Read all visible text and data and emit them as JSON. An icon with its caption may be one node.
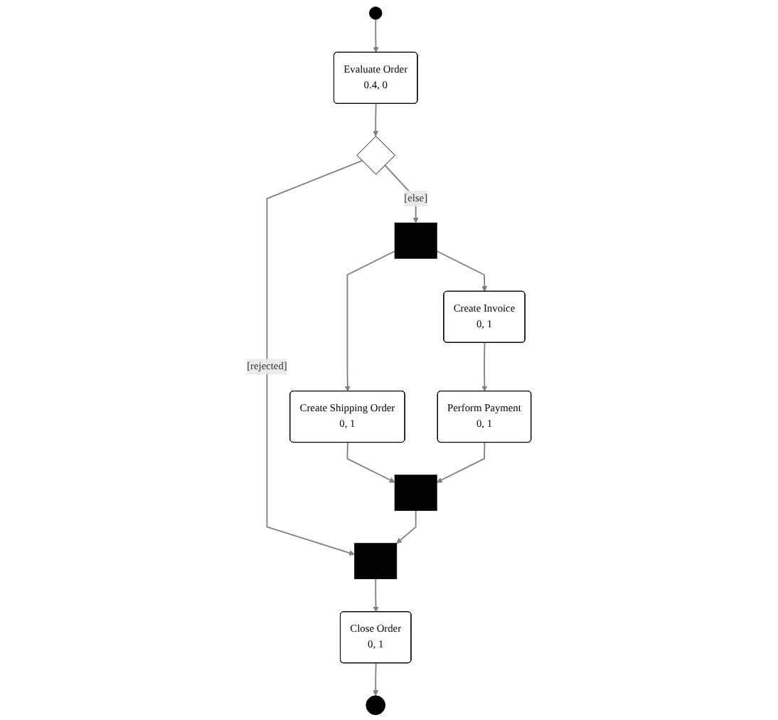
{
  "diagram": {
    "nodes": [
      {
        "text": [],
        "shape": "circle"
      },
      {
        "text": [
          "Evaluate Order",
          "0.4, 0"
        ]
      },
      {
        "text": [],
        "shape": "diamond"
      },
      {
        "text": [],
        "shape": "bar"
      },
      {
        "text": [
          "Create Shipping Order",
          "0, 1"
        ]
      },
      {
        "text": [
          "Create Invoice",
          "0, 1"
        ]
      },
      {
        "text": [
          "Perform Payment",
          "0, 1"
        ]
      },
      {
        "text": [],
        "shape": "bar"
      },
      {
        "text": [],
        "shape": "bar"
      },
      {
        "text": [
          "Close Order",
          "0, 1"
        ]
      },
      {
        "text": [],
        "shape": "circle"
      }
    ],
    "edges": [
      {
        "from": 0,
        "to": 1,
        "arrow": "to"
      },
      {
        "from": 1,
        "to": 2,
        "arrow": "to"
      },
      {
        "from": 2,
        "to": 8,
        "arrow": "to",
        "label": "[rejected]"
      },
      {
        "from": 2,
        "to": 3,
        "arrow": "to",
        "label": "[else]"
      },
      {
        "from": 3,
        "to": 4,
        "arrow": "to"
      },
      {
        "from": 3,
        "to": 5,
        "arrow": "to"
      },
      {
        "from": 5,
        "to": 6,
        "arrow": "to"
      },
      {
        "from": 4,
        "to": 7,
        "arrow": "to"
      },
      {
        "from": 6,
        "to": 7,
        "arrow": "to"
      },
      {
        "from": 7,
        "to": 8,
        "arrow": "to"
      },
      {
        "from": 8,
        "to": 9,
        "arrow": "to"
      },
      {
        "from": 9,
        "to": 10,
        "arrow": "to"
      }
    ]
  }
}
